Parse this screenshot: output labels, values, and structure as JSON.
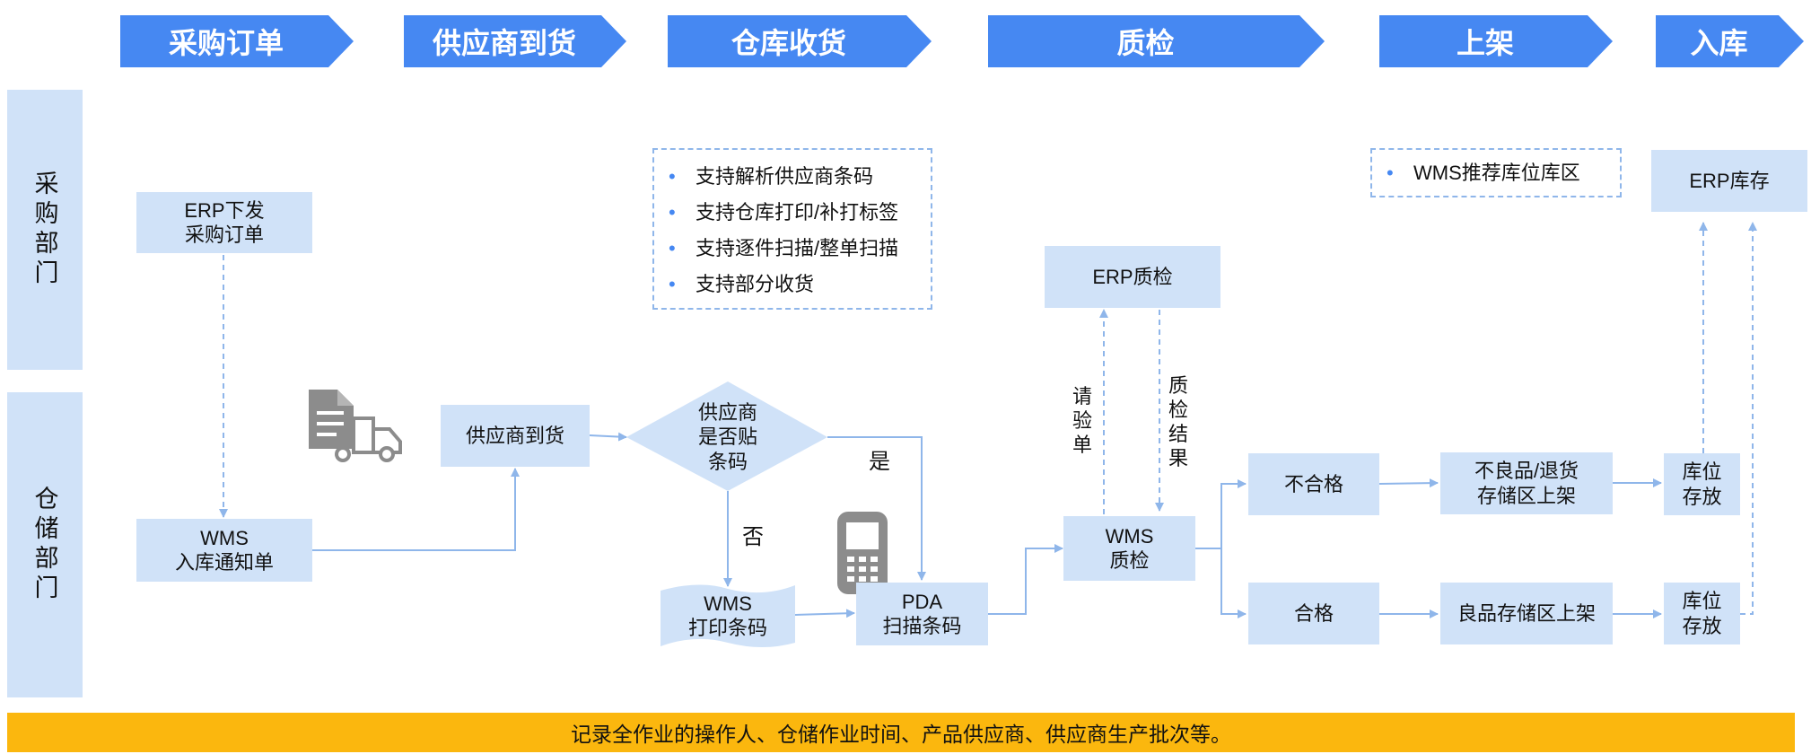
{
  "stages": [
    "采购订单",
    "供应商到货",
    "仓库收货",
    "质检",
    "上架",
    "入库"
  ],
  "lanes": {
    "purchase": "采购部门",
    "warehouse": "仓储部门"
  },
  "nodes": {
    "erp_order": "ERP下发\n采购订单",
    "wms_notice": "WMS\n入库通知单",
    "supplier_arrival": "供应商到货",
    "barcode_decision": "供应商\n是否贴\n条码",
    "wms_print": "WMS\n打印条码",
    "pda_scan": "PDA\n扫描条码",
    "erp_qc": "ERP质检",
    "wms_qc": "WMS\n质检",
    "unqualified": "不合格",
    "qualified": "合格",
    "bad_goods": "不良品/退货\n存储区上架",
    "good_goods": "良品存储区上架",
    "loc_store_1": "库位\n存放",
    "loc_store_2": "库位\n存放",
    "erp_stock": "ERP库存"
  },
  "receiving_notes": [
    "支持解析供应商条码",
    "支持仓库打印/补打标签",
    "支持逐件扫描/整单扫描",
    "支持部分收货"
  ],
  "shelving_notes": [
    "WMS推荐库位库区"
  ],
  "edge_labels": {
    "yes": "是",
    "no": "否",
    "inspection_request": "请验单",
    "qc_result": "质检结果"
  },
  "icons": [
    "document-truck-icon",
    "mobile-phone-icon"
  ],
  "footer": "记录全作业的操作人、仓储作业时间、产品供应商、供应商生产批次等。",
  "colors": {
    "stage": "#4688f2",
    "box": "#d0e2f8",
    "line": "#8fb6ea",
    "footer": "#fbb70e"
  }
}
